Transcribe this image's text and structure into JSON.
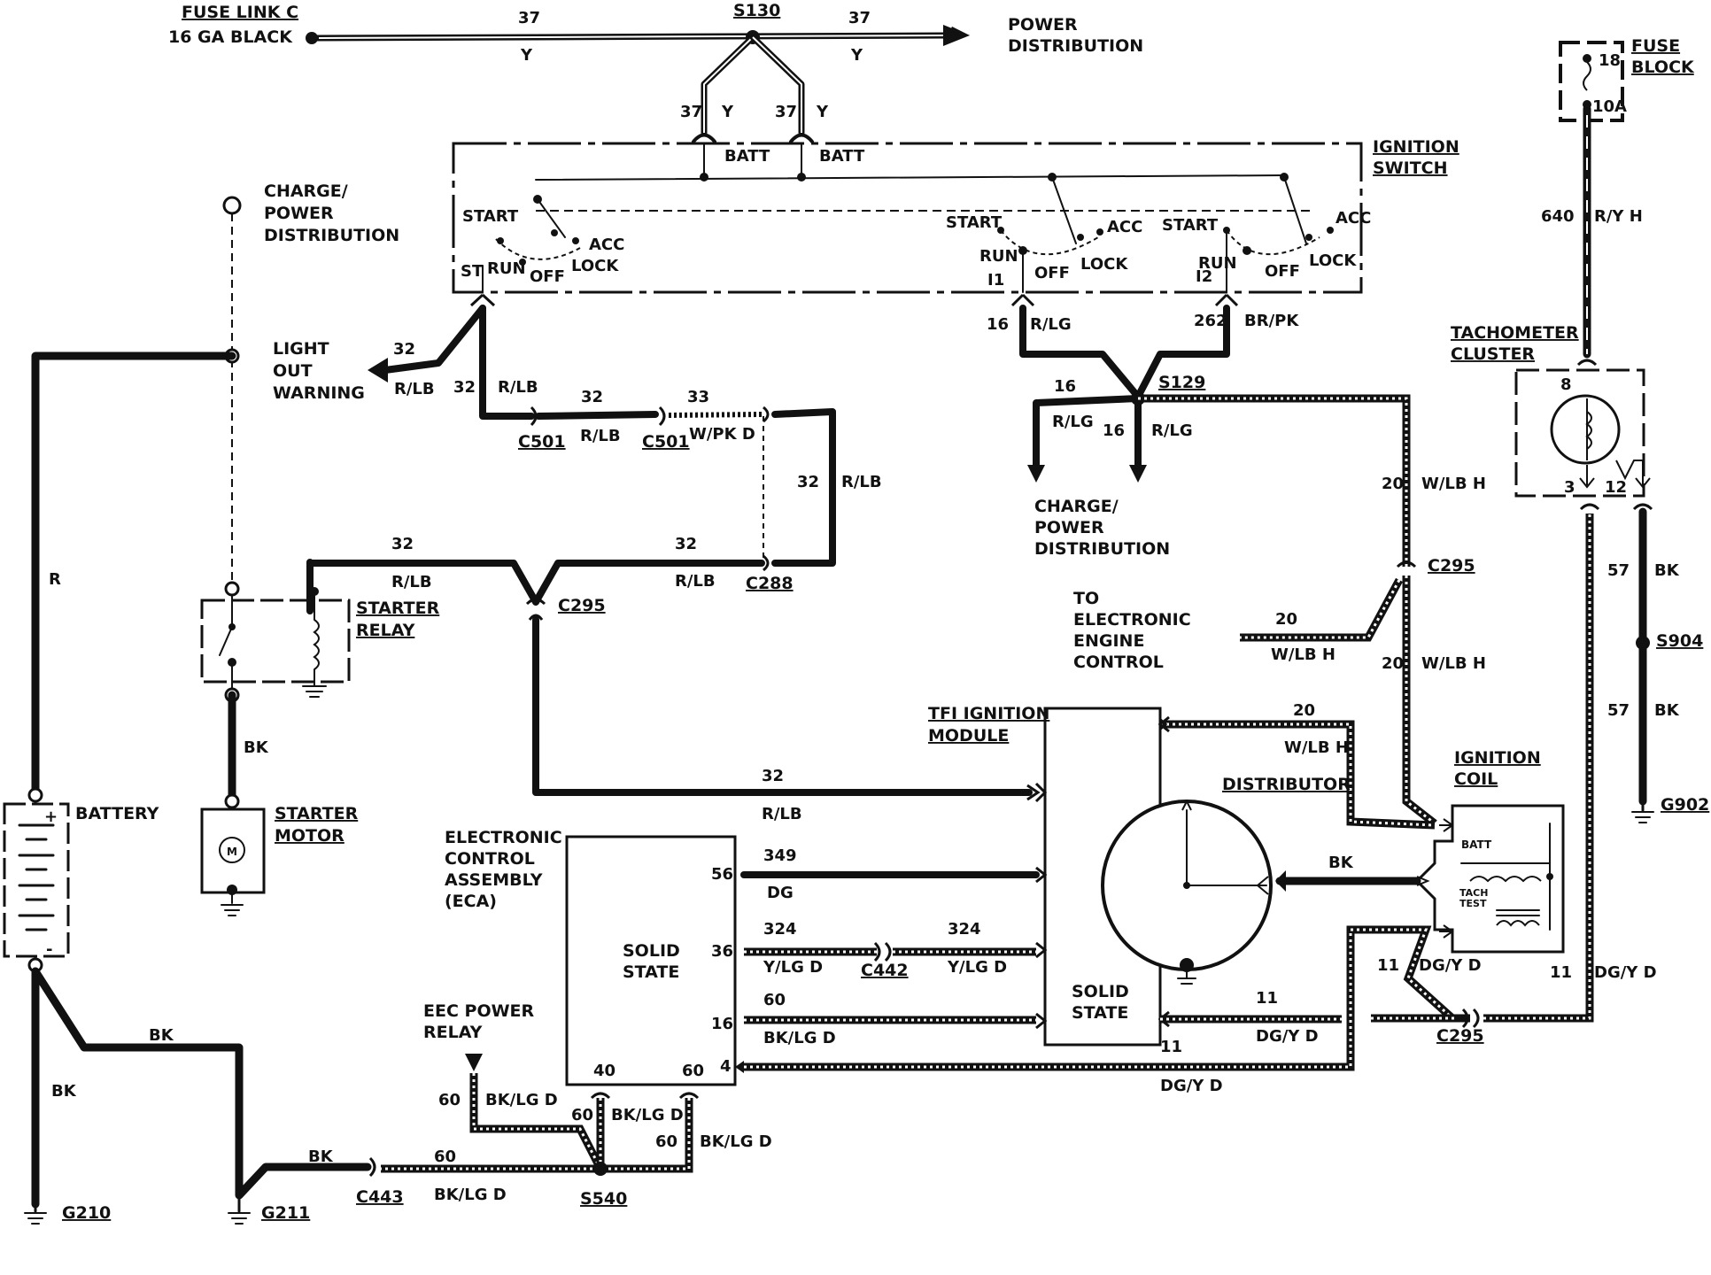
{
  "labels": {
    "fuse_link": "FUSE LINK C",
    "fuse_link_ga": "16 GA BLACK",
    "s130": "S130",
    "power_dist_1": "POWER",
    "power_dist_2": "DISTRIBUTION",
    "batt": "BATT",
    "ign_switch_1": "IGNITION",
    "ign_switch_2": "SWITCH",
    "start": "START",
    "st": "ST",
    "run": "RUN",
    "off": "OFF",
    "acc": "ACC",
    "lock": "LOCK",
    "i1": "I1",
    "i2": "I2",
    "charge_1": "CHARGE/",
    "charge_2": "POWER",
    "charge_3": "DISTRIBUTION",
    "light_1": "LIGHT",
    "light_2": "OUT",
    "light_3": "WARNING",
    "c501": "C501",
    "c288": "C288",
    "c295": "C295",
    "c442": "C442",
    "c443": "C443",
    "s129": "S129",
    "s540": "S540",
    "s904": "S904",
    "g210": "G210",
    "g211": "G211",
    "g902": "G902",
    "starter_relay_1": "STARTER",
    "starter_relay_2": "RELAY",
    "starter_motor_1": "STARTER",
    "starter_motor_2": "MOTOR",
    "motor_m": "M",
    "battery": "BATTERY",
    "to_eec_1": "TO",
    "to_eec_2": "ELECTRONIC",
    "to_eec_3": "ENGINE",
    "to_eec_4": "CONTROL",
    "tfi_1": "TFI IGNITION",
    "tfi_2": "MODULE",
    "distributor": "DISTRIBUTOR",
    "ign_coil_1": "IGNITION",
    "ign_coil_2": "COIL",
    "tach_test_1": "TACH",
    "tach_test_2": "TEST",
    "eca_1": "ELECTRONIC",
    "eca_2": "CONTROL",
    "eca_3": "ASSEMBLY",
    "eca_4": "(ECA)",
    "solid_1": "SOLID",
    "solid_2": "STATE",
    "eec_relay_1": "EEC POWER",
    "eec_relay_2": "RELAY",
    "fuse_block_1": "FUSE",
    "fuse_block_2": "BLOCK",
    "fuse_num": "18",
    "fuse_amp": "10A",
    "tach_1": "TACHOMETER",
    "tach_2": "CLUSTER",
    "plus": "+",
    "minus": "-"
  },
  "wires": {
    "n37": "37",
    "y": "Y",
    "n32": "32",
    "rlb": "R/LB",
    "n33": "33",
    "wpkd": "W/PK D",
    "n16": "16",
    "rlg": "R/LG",
    "n262": "262",
    "brpk": "BR/PK",
    "n20": "20",
    "wlbh": "W/LB H",
    "n640": "640",
    "ryh": "R/Y H",
    "n57": "57",
    "bk": "BK",
    "n349": "349",
    "dg": "DG",
    "n324": "324",
    "ylgd": "Y/LG D",
    "n60": "60",
    "bklgd": "BK/LG D",
    "n11": "11",
    "dgyd": "DG/Y D",
    "r": "R",
    "p56": "56",
    "p36": "36",
    "p16": "16",
    "p4": "4",
    "p40": "40",
    "p60": "60",
    "p8": "8",
    "p3": "3",
    "p12": "12"
  }
}
